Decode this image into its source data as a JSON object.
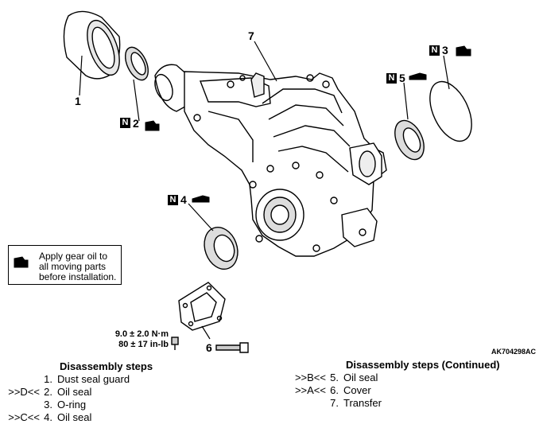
{
  "callouts": {
    "p1": "1",
    "p2": "2",
    "p3": "3",
    "p4": "4",
    "p5": "5",
    "p6": "6",
    "p7": "7",
    "replace_mark": "N"
  },
  "torque": {
    "nm": "9.0 ± 2.0 N·m",
    "inlb": "80 ± 17 in-lb"
  },
  "figure_id": "AK704298AC",
  "note": {
    "line1": "Apply gear oil to",
    "line2": "all moving parts",
    "line3": "before installation."
  },
  "steps_left": {
    "title": "Disassembly steps",
    "items": [
      {
        "ref": "",
        "num": "1.",
        "text": "Dust seal guard"
      },
      {
        "ref": ">>D<<",
        "num": "2.",
        "text": "Oil seal"
      },
      {
        "ref": "",
        "num": "3.",
        "text": "O-ring"
      },
      {
        "ref": ">>C<<",
        "num": "4.",
        "text": "Oil seal"
      }
    ]
  },
  "steps_right": {
    "title": "Disassembly steps (Continued)",
    "items": [
      {
        "ref": ">>B<<",
        "num": "5.",
        "text": "Oil seal"
      },
      {
        "ref": ">>A<<",
        "num": "6.",
        "text": "Cover"
      },
      {
        "ref": "",
        "num": "7.",
        "text": "Transfer"
      }
    ]
  }
}
